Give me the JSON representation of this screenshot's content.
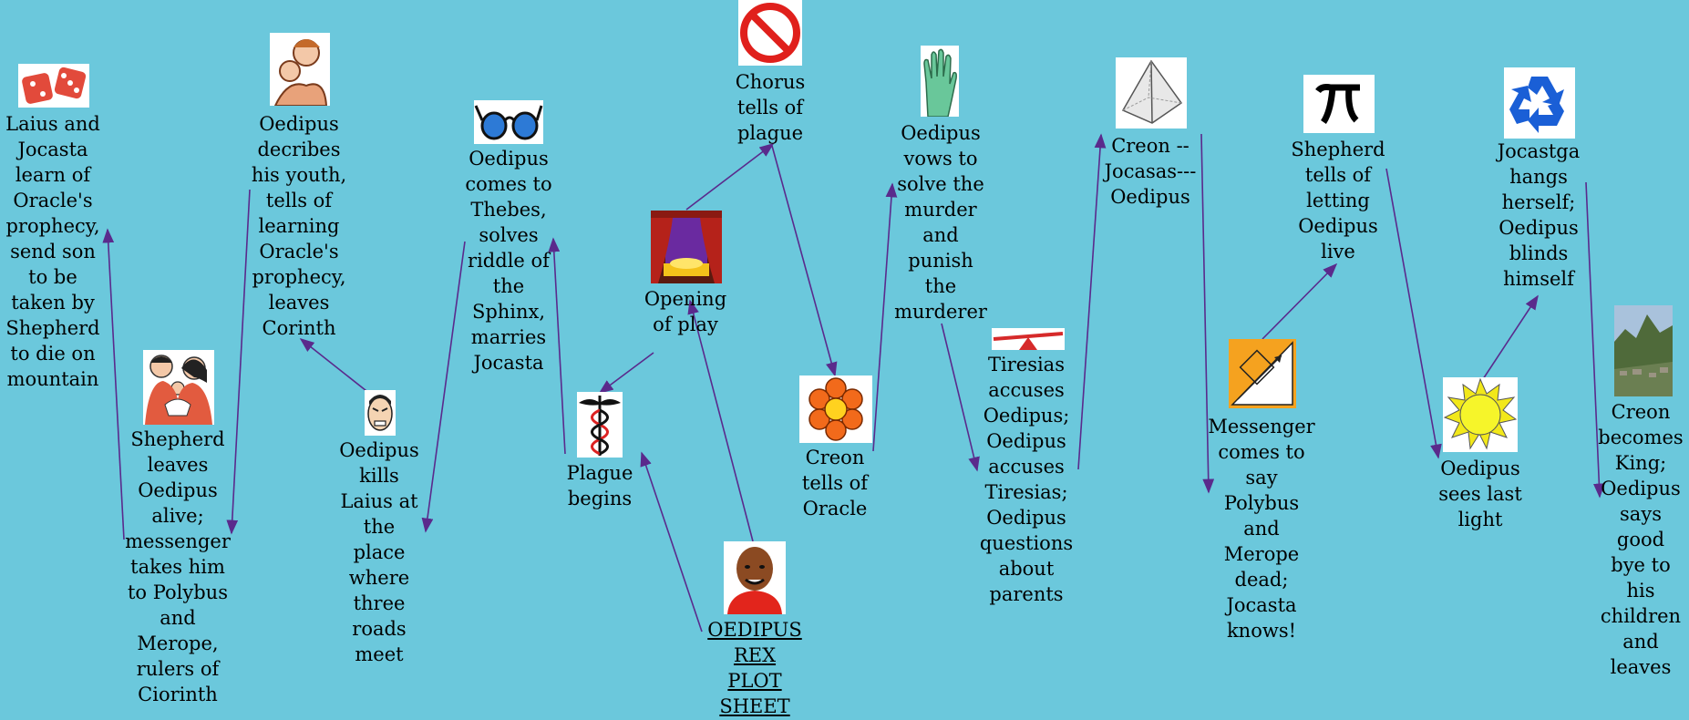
{
  "title": "OEDIPUS\nREX\nPLOT\nSHEET",
  "events": {
    "laius_jocasta": "Laius and\nJocasta\nlearn of\nOracle's\nprophecy,\nsend son\nto be\ntaken by\nShepherd\nto die on\nmountain",
    "shepherd_leaves": "Shepherd\nleaves\nOedipus\nalive;\nmessenger\ntakes him\nto Polybus\nand\nMerope,\nrulers of\nCiorinth",
    "oedipus_youth": "Oedipus\ndecribes\nhis youth,\ntells of\nlearning\nOracle's\nprophecy,\nleaves\nCorinth",
    "kills_laius": "Oedipus\nkills\nLaius at\nthe\nplace\nwhere\nthree\nroads\nmeet",
    "comes_thebes": "Oedipus\ncomes to\nThebes,\nsolves\nriddle of\nthe\nSphinx,\nmarries\nJocasta",
    "plague_begins": "Plague\nbegins",
    "opening": "Opening\nof play",
    "chorus": "Chorus\ntells of\nplague",
    "creon_oracle": "Creon\ntells of\nOracle",
    "vows": "Oedipus\nvows to\nsolve the\nmurder\nand\npunish\nthe\nmurderer",
    "tiresias": "Tiresias\naccuses\nOedipus;\nOedipus\naccuses\nTiresias;\nOedipus\nquestions\nabout\nparents",
    "creon_jocasta": "Creon --\nJocasas---\nOedipus",
    "messenger": "Messenger\ncomes to\nsay\nPolybus\nand\nMerope\ndead;\nJocasta\nknows!",
    "shepherd_tells": "Shepherd\ntells of\nletting\nOedipus\nlive",
    "last_light": "Oedipus\nsees last\nlight",
    "jocasta_hangs": "Jocastga\nhangs\nherself;\nOedipus\nblinds\nhimself",
    "creon_king": "Creon\nbecomes\nKing;\nOedipus\nsays\ngood\nbye to\nhis\nchildren\nand\nleaves"
  },
  "icons": [
    "dice-icon",
    "family-hug-icon",
    "eyeglasses-icon",
    "no-sign-icon",
    "hand-glove-icon",
    "pyramid-icon",
    "pi-symbol-icon",
    "recycle-icon",
    "family-baby-icon",
    "angry-face-icon",
    "theater-curtain-icon",
    "caduceus-icon",
    "flower-icon",
    "seesaw-icon",
    "geometry-icon",
    "sun-icon",
    "mountain-ruins-icon",
    "man-portrait-icon"
  ],
  "colors": {
    "background": "#6bc8dc",
    "arrow": "#5a2a8c"
  }
}
